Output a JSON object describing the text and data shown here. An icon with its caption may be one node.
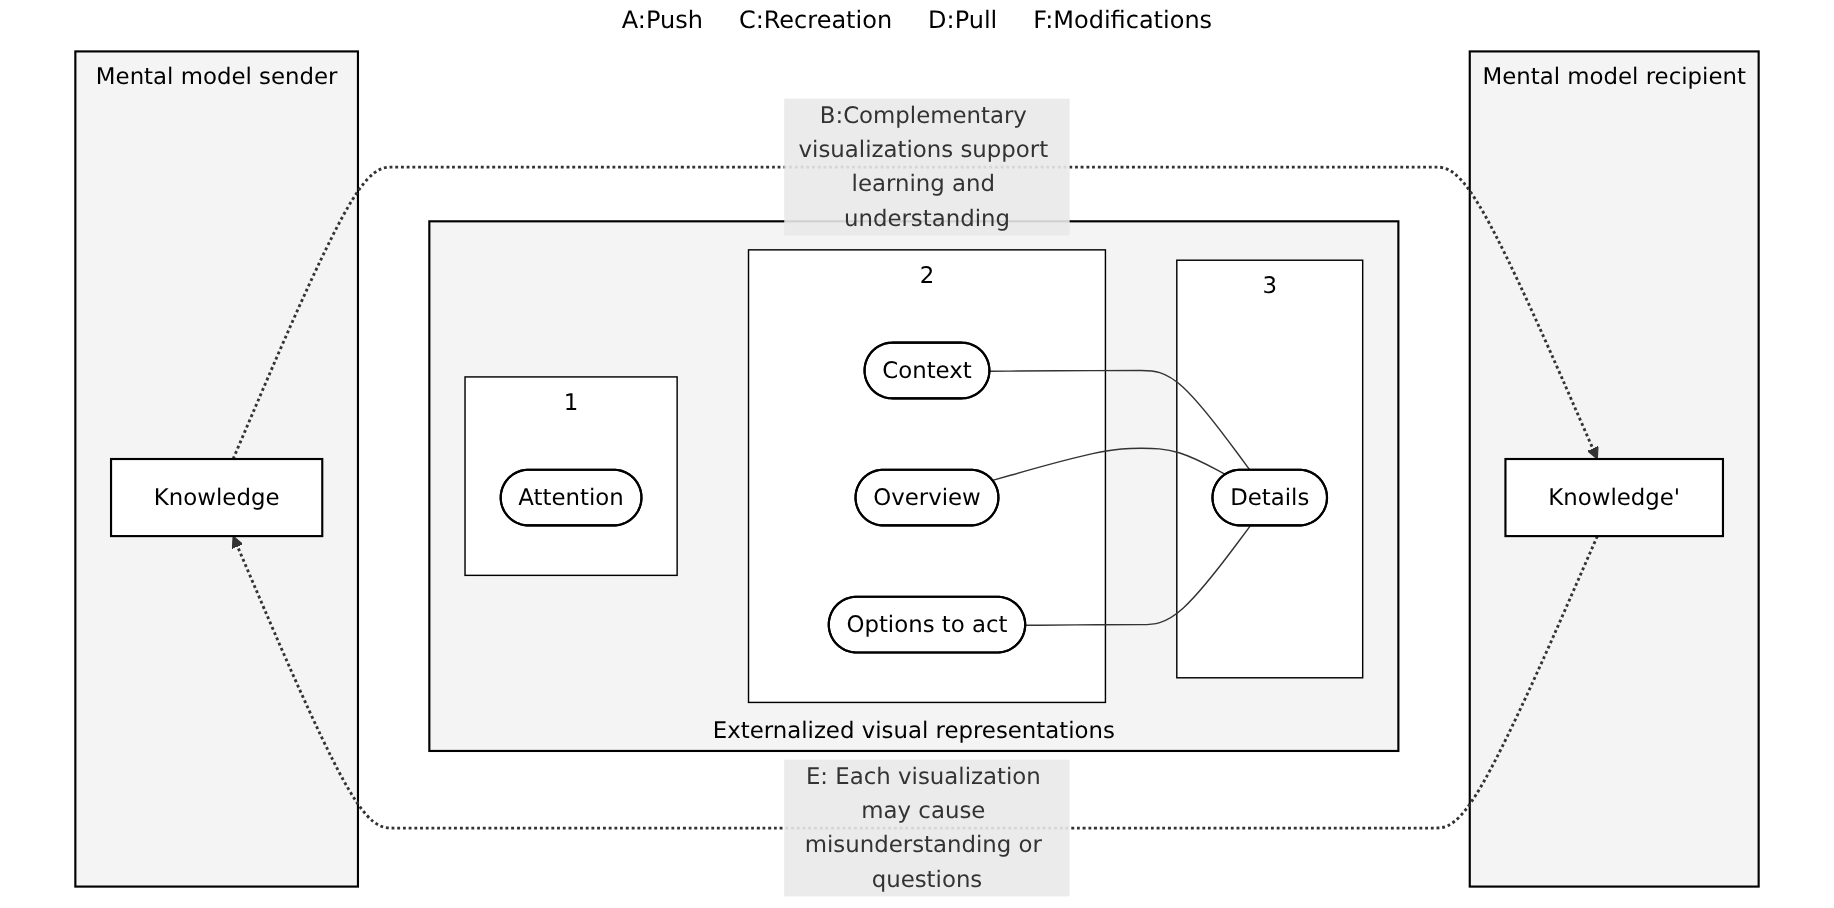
{
  "diagram": {
    "nodes": [
      {
        "text": [
          "Mental model sender"
        ]
      },
      {
        "text": [
          "Knowledge"
        ],
        "in": 0
      },
      {
        "text": [
          "Externalized visual representations"
        ]
      },
      {
        "text": [
          "1"
        ],
        "in": 2
      },
      {
        "text": [
          "Attention"
        ],
        "in": 3
      },
      {
        "text": [
          "2"
        ],
        "in": 2
      },
      {
        "text": [
          "Context"
        ],
        "in": 5
      },
      {
        "text": [
          "Overview"
        ],
        "in": 5
      },
      {
        "text": [
          "Options to act"
        ],
        "in": 5
      },
      {
        "text": [
          "3"
        ],
        "in": 2
      },
      {
        "text": [
          "Details"
        ],
        "in": 9
      },
      {
        "text": [
          "Mental model recipient"
        ]
      },
      {
        "text": [
          "Knowledge'"
        ],
        "in": 11
      }
    ],
    "edges": [
      {
        "from": 6,
        "to": 10,
        "arrow": "none"
      },
      {
        "from": 7,
        "to": 10,
        "arrow": "none"
      },
      {
        "from": 8,
        "to": 10,
        "arrow": "none"
      },
      {
        "from": 1,
        "to": 12,
        "arrow": "to",
        "style": "dashed",
        "label": "B:Complementary visualizations support learning and understanding"
      },
      {
        "from": 12,
        "to": 1,
        "arrow": "to",
        "style": "dashed",
        "label": "E: Each visualization may cause misunderstanding or questions"
      }
    ],
    "labels": [
      "A:Push",
      "C:Recreation",
      "D:Pull",
      "F:Modifications"
    ]
  }
}
